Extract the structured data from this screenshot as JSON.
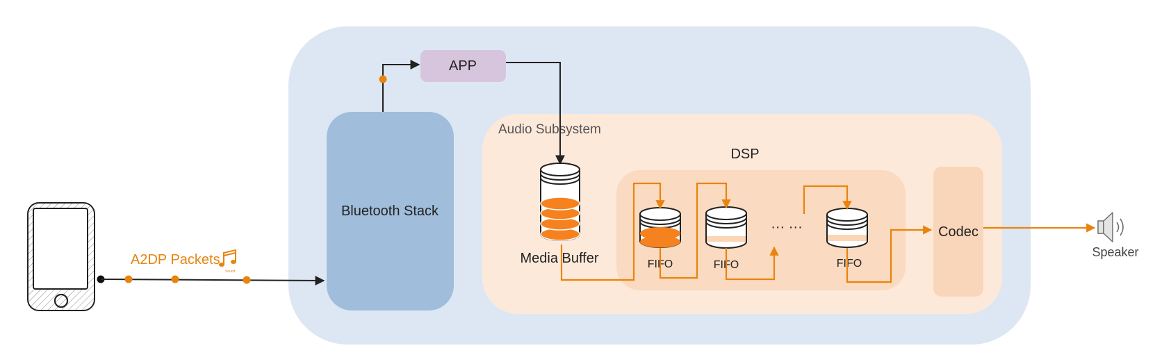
{
  "labels": {
    "bluetooth_stack": "Bluetooth Stack",
    "app": "APP",
    "audio_subsystem": "Audio Subsystem",
    "dsp": "DSP",
    "media_buffer": "Media Buffer",
    "fifo_1": "FIFO",
    "fifo_2": "FIFO",
    "fifo_3": "FIFO",
    "ellipsis": "··· ···",
    "codec": "Codec",
    "speaker": "Speaker",
    "a2dp_packets": "A2DP Packets",
    "sound_caption": "Sound"
  },
  "icons": {
    "phone": "smartphone-icon",
    "music": "music-note-icon",
    "speaker": "speaker-icon"
  },
  "colors": {
    "system_bg": "#dde7f3",
    "bluetooth_stack": "#a0bedb",
    "app": "#d6c5dd",
    "audio_subsystem": "#fde9d9",
    "dsp": "#fadac0",
    "codec": "#f9d6b9",
    "accent_orange": "#e8840e",
    "wire_black": "#222222"
  }
}
